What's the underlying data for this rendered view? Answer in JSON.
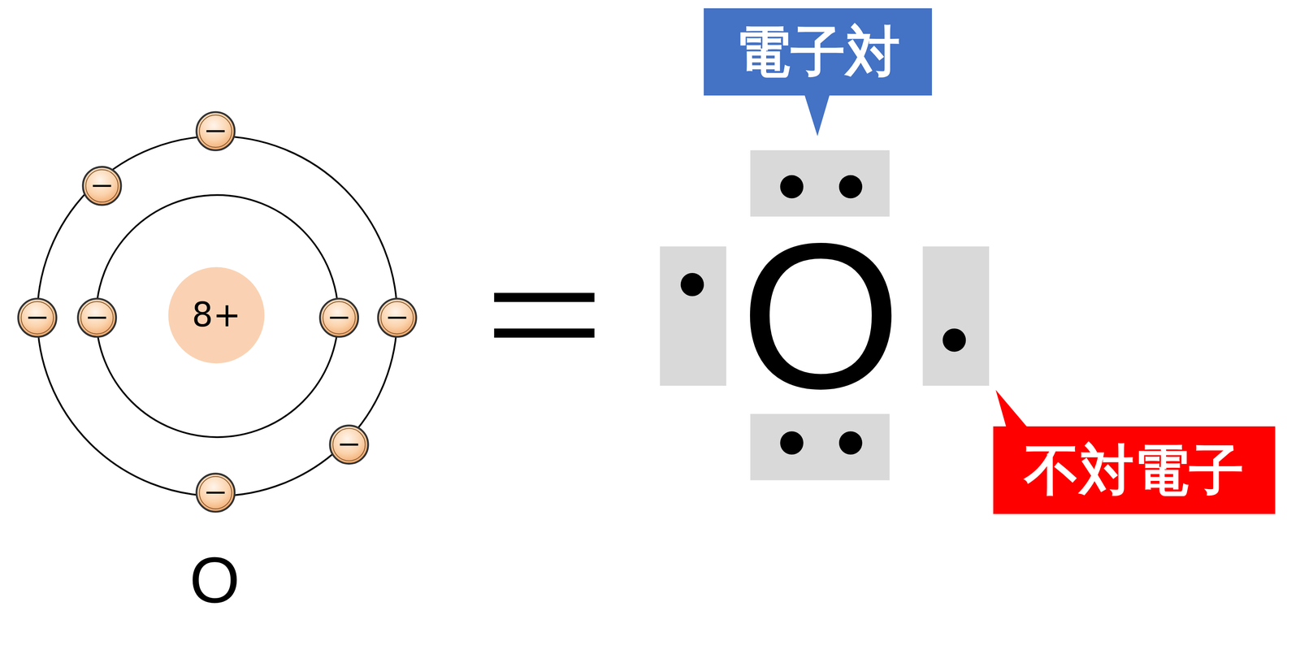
{
  "diagram": {
    "nodes": [
      {
        "text": [
          "電子対"
        ]
      },
      {
        "text": [
          "8+"
        ]
      },
      {
        "text": [
          "不対電子"
        ]
      }
    ],
    "labels": [
      "O",
      "O"
    ]
  }
}
